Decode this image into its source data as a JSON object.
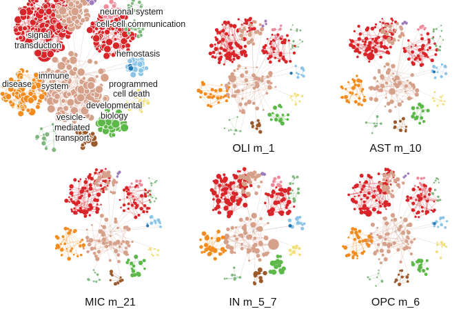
{
  "colors": {
    "signal_transduction": "#d9252a",
    "immune_system": "#d6a18a",
    "disease": "#f28c1e",
    "vesicle_mediated_transport": "#9b5a2c",
    "developmental_biology": "#5cb848",
    "hemostasis": "#8cc4e6",
    "hemostasis_dark": "#2178b4",
    "programmed_cell_death": "#f2e07a",
    "neuronal_system": "#9e7bbd",
    "cell_cell_communication": "#f08b9c",
    "green_small": "#7fb77e",
    "olive": "#6b8e3a",
    "edge": "#b08a79"
  },
  "overview": {
    "labels": {
      "neuronal_system": "neuronal system",
      "cell_cell_communication": "cell-cell communication",
      "signal": "signal",
      "transduction": "transduction",
      "hemostasis": "hemostasis",
      "immune": "immune",
      "system": "system",
      "disease": "disease",
      "programmed": "programmed",
      "cell_death": "cell death",
      "developmental": "developmental",
      "biology": "biology",
      "vesicle": "vesicle-",
      "mediated": "mediated",
      "transport": "transport"
    }
  },
  "panels": [
    {
      "key": "oli",
      "title": "OLI m_1"
    },
    {
      "key": "ast",
      "title": "AST m_10"
    },
    {
      "key": "mic",
      "title": "MIC m_21"
    },
    {
      "key": "in",
      "title": "IN m_5_7"
    },
    {
      "key": "opc",
      "title": "OPC m_6"
    }
  ]
}
